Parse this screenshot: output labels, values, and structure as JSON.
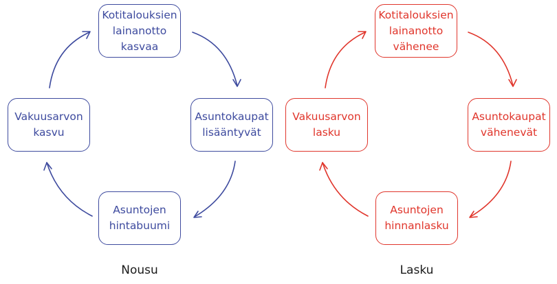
{
  "colors": {
    "nousu": "#3d4a9e",
    "lasku": "#e0352b",
    "caption": "#1a1a1a"
  },
  "diagrams": [
    {
      "caption": "Nousu",
      "nodes": {
        "top": [
          "Kotitalouksien",
          "lainanotto",
          "kasvaa"
        ],
        "right": [
          "Asuntokaupat",
          "lisääntyvät"
        ],
        "bottom": [
          "Asuntojen",
          "hintabuumi"
        ],
        "left": [
          "Vakuusarvon",
          "kasvu"
        ]
      },
      "flow": [
        "top",
        "right",
        "bottom",
        "left",
        "top"
      ]
    },
    {
      "caption": "Lasku",
      "nodes": {
        "top": [
          "Kotitalouksien",
          "lainanotto",
          "vähenee"
        ],
        "right": [
          "Asuntokaupat",
          "vähenevät"
        ],
        "bottom": [
          "Asuntojen",
          "hinnanlasku"
        ],
        "left": [
          "Vakuusarvon",
          "lasku"
        ]
      },
      "flow": [
        "top",
        "right",
        "bottom",
        "left",
        "top"
      ]
    }
  ]
}
